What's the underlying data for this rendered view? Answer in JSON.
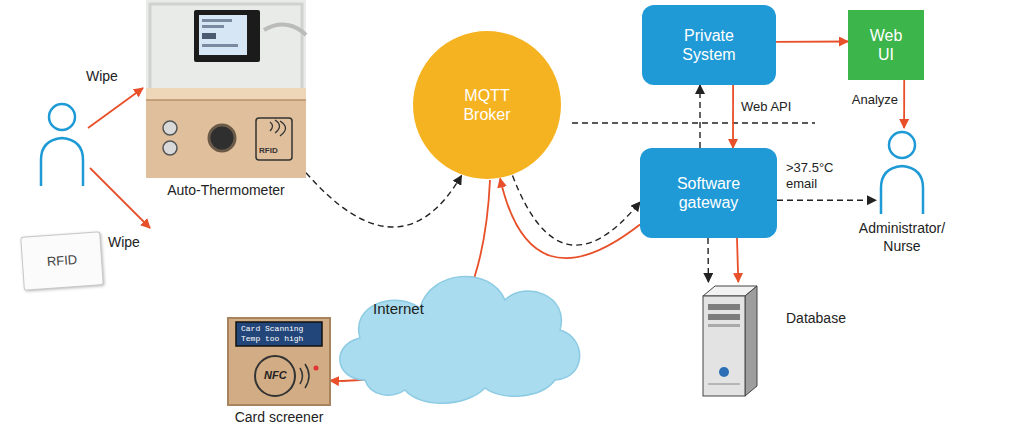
{
  "diagram": {
    "nodes": [
      {
        "text": [
          "Auto-Thermometer"
        ]
      },
      {
        "text": [
          "RFID"
        ]
      },
      {
        "text": [
          "Card screener"
        ]
      },
      {
        "text": [
          "MQTT Broker"
        ]
      },
      {
        "text": [
          "Internet"
        ]
      },
      {
        "text": [
          "Private System"
        ]
      },
      {
        "text": [
          "Web UI"
        ]
      },
      {
        "text": [
          "Software gateway"
        ]
      },
      {
        "text": [
          "Administrator/ Nurse"
        ]
      },
      {
        "text": [
          "Database"
        ]
      }
    ],
    "edges": [
      {
        "from": 0,
        "to": 3,
        "arrow": "to"
      },
      {
        "from": 3,
        "to": 2,
        "arrow": "to"
      },
      {
        "from": 3,
        "to": 7,
        "arrow": "to"
      },
      {
        "from": 7,
        "to": 3,
        "arrow": "to"
      },
      {
        "from": 7,
        "to": 5,
        "arrow": "to"
      },
      {
        "from": 5,
        "to": 7,
        "label": "Web API",
        "arrow": "to"
      },
      {
        "from": 5,
        "to": 6,
        "arrow": "to"
      },
      {
        "from": 6,
        "to": 8,
        "label": "Analyze",
        "arrow": "to"
      },
      {
        "from": 7,
        "to": 8,
        "label": ">37.5°C email",
        "arrow": "to"
      },
      {
        "from": 7,
        "to": 9,
        "arrow": "to"
      },
      {
        "from": 7,
        "to": 9,
        "arrow": "to"
      }
    ],
    "labels": [
      "Wipe",
      "Wipe",
      "RFID",
      "Card Scanning",
      "Temp too high",
      "NFC"
    ]
  }
}
